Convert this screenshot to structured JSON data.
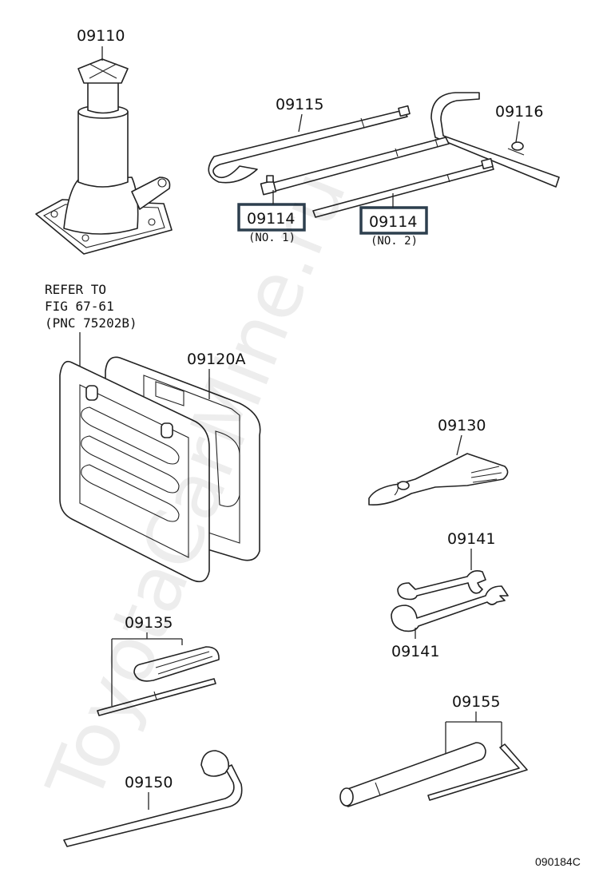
{
  "labels": {
    "jack": "09110",
    "handle": "09115",
    "lever": "09116",
    "ext1": "09114",
    "ext1_note": "(NO. 1)",
    "ext2": "09114",
    "ext2_note": "(NO. 2)",
    "bag": "09120A",
    "pliers": "09130",
    "wrench_top": "09141",
    "wrench_bottom": "09141",
    "screwdriver": "09135",
    "hub_wrench": "09150",
    "plug_wrench": "09155"
  },
  "reference": {
    "line1": "REFER TO",
    "line2": "FIG 67-61",
    "line3": "(PNC 75202B)"
  },
  "drawing_code": "090184C",
  "watermark": "ToyotaCarMine.ru",
  "colors": {
    "line": "#222222",
    "highlight_box": "#2d3f4e",
    "background": "#ffffff"
  }
}
